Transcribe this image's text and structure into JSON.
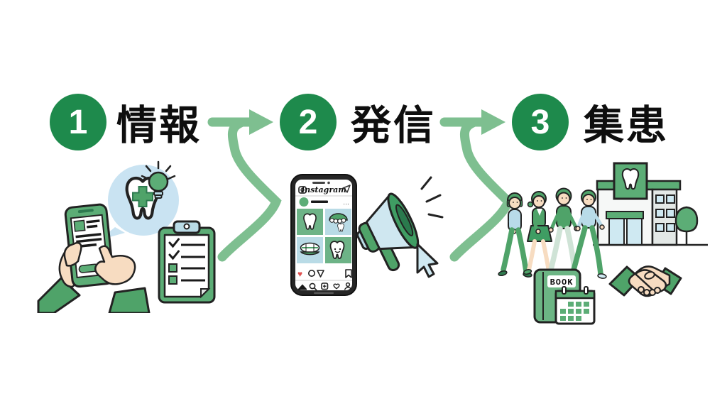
{
  "steps": [
    {
      "number": "1",
      "label": "情報"
    },
    {
      "number": "2",
      "label": "発信"
    },
    {
      "number": "3",
      "label": "集患"
    }
  ],
  "instagram_phone": {
    "app_name": "Instagram",
    "more_options_glyph": "…",
    "liked_heart_glyph": "♥"
  },
  "booking": {
    "book_label": "BOOK"
  },
  "colors": {
    "step_circle_green": "#1e8a4c",
    "arrow_green": "#7ebf90",
    "illustration_green": "#5cad76",
    "illustration_green_dark": "#3f9d63",
    "light_blue_bubble": "#c9e3f2",
    "pale_blue": "#b9dbe6",
    "skin_tone": "#f7dcc1",
    "heart_red": "#e0504f",
    "outline": "#222222",
    "text_black": "#0e0e0e",
    "background": "#ffffff"
  }
}
